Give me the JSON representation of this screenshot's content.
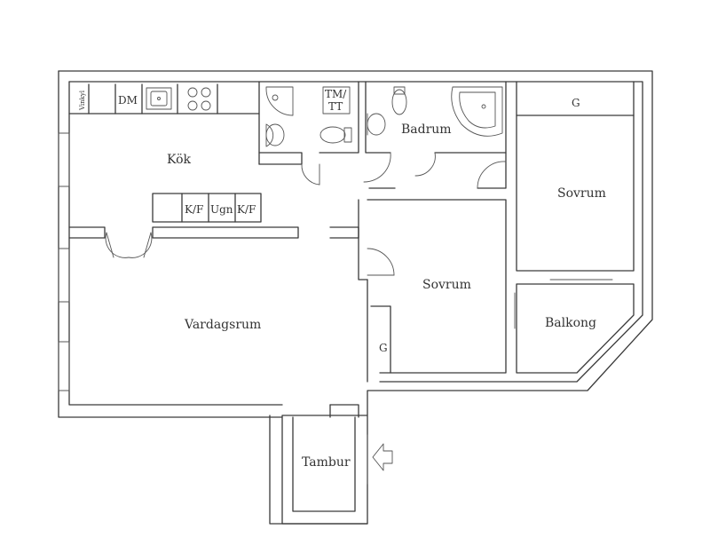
{
  "rooms": {
    "kok": "Kök",
    "vardagsrum": "Vardagsrum",
    "badrum": "Badrum",
    "sovrum_right": "Sovrum",
    "sovrum_mid": "Sovrum",
    "balkong": "Balkong",
    "tambur": "Tambur"
  },
  "fixtures": {
    "vinkyl": "Vinkyl",
    "dm": "DM",
    "tm_top": "TM/",
    "tm_bottom": "TT",
    "kf_left": "K/F",
    "ugn": "Ugn",
    "kf_right": "K/F",
    "g_right": "G",
    "g_mid": "G"
  }
}
